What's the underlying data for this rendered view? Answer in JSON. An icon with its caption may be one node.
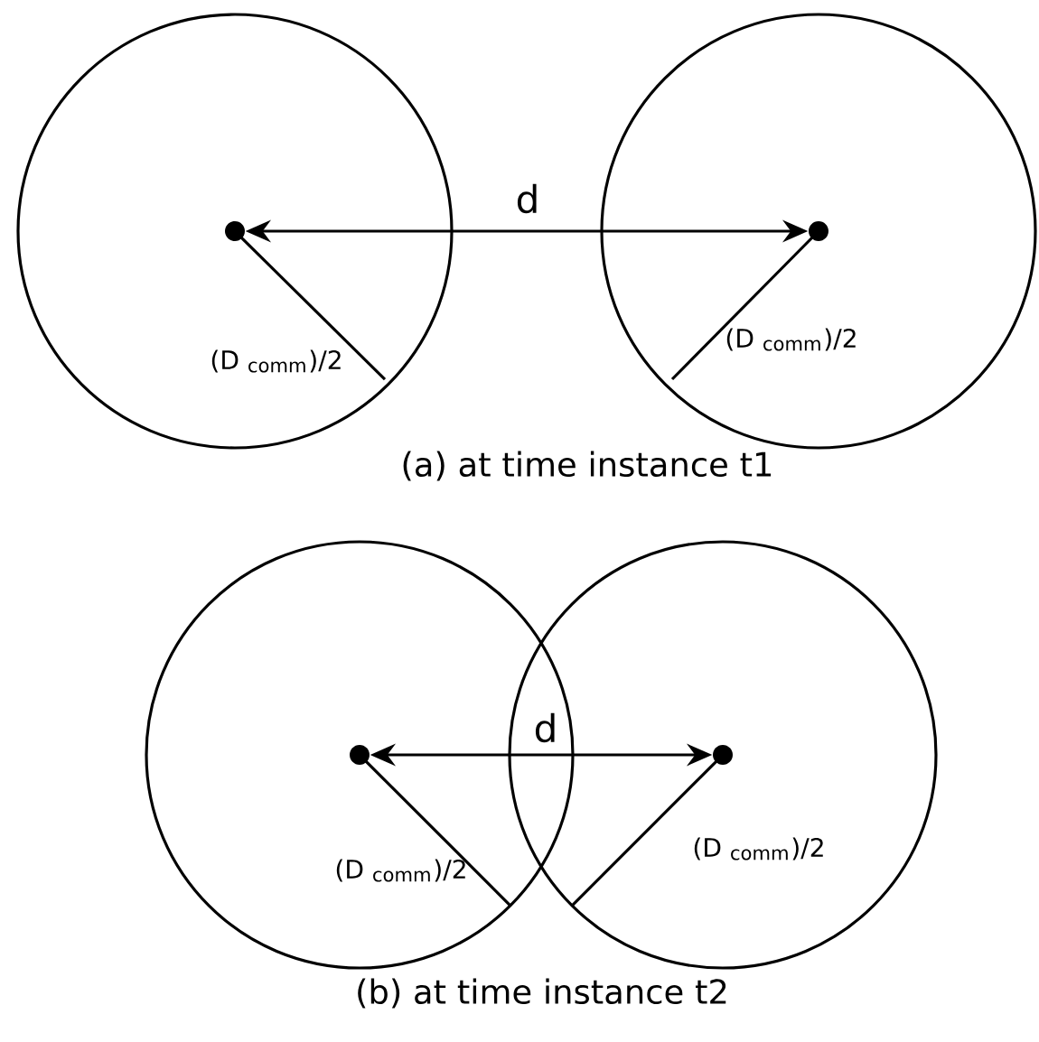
{
  "diagram": {
    "nodes": [
      {
        "text": [],
        "shape": "circle"
      },
      {
        "text": [],
        "shape": "circle"
      },
      {
        "text": [],
        "shape": "circle"
      },
      {
        "text": [],
        "shape": "circle"
      }
    ],
    "edges": [
      {
        "from": 0,
        "to": 1,
        "arrow": "both",
        "label": "d"
      },
      {
        "from": 2,
        "to": 3,
        "arrow": "both",
        "label": "d"
      }
    ],
    "labels": [
      "(D $_{comm}$)/2",
      "(D $_{comm}$)/2",
      "(a) at time instance t1",
      "(D $_{comm}$)/2",
      "(D $_{comm}$)/2",
      "(b) at time instance t2"
    ]
  }
}
